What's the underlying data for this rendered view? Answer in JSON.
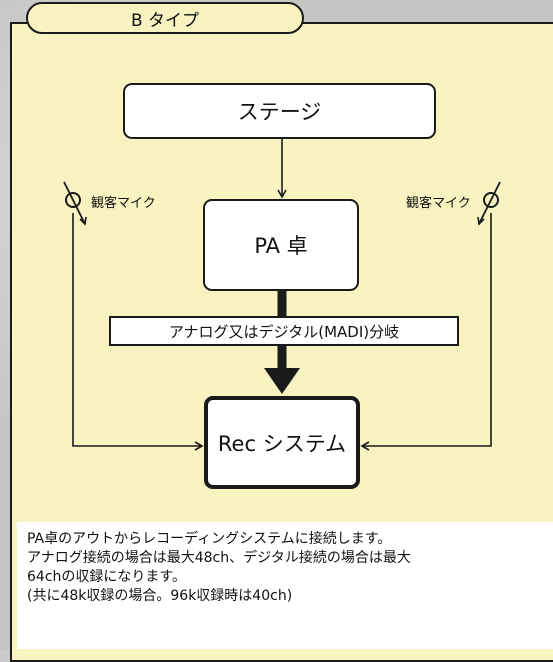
{
  "title": "B タイプ",
  "nodes": {
    "stage": "ステージ",
    "pa": "PA 卓",
    "branch": "アナログ又はデジタル(MADI)分岐",
    "rec": "Rec システム"
  },
  "mics": {
    "left": "観客マイク",
    "right": "観客マイク"
  },
  "note": {
    "line1": "PA卓のアウトからレコーディングシステムに接続します。",
    "line2": "アナログ接続の場合は最大48ch、デジタル接続の場合は最大",
    "line3": "64chの収録になります。",
    "line4": "(共に48k収録の場合。96k収録時は40ch)"
  },
  "colors": {
    "panel": "#f8f3c1",
    "line": "#1a1a1a",
    "box": "#ffffff"
  }
}
